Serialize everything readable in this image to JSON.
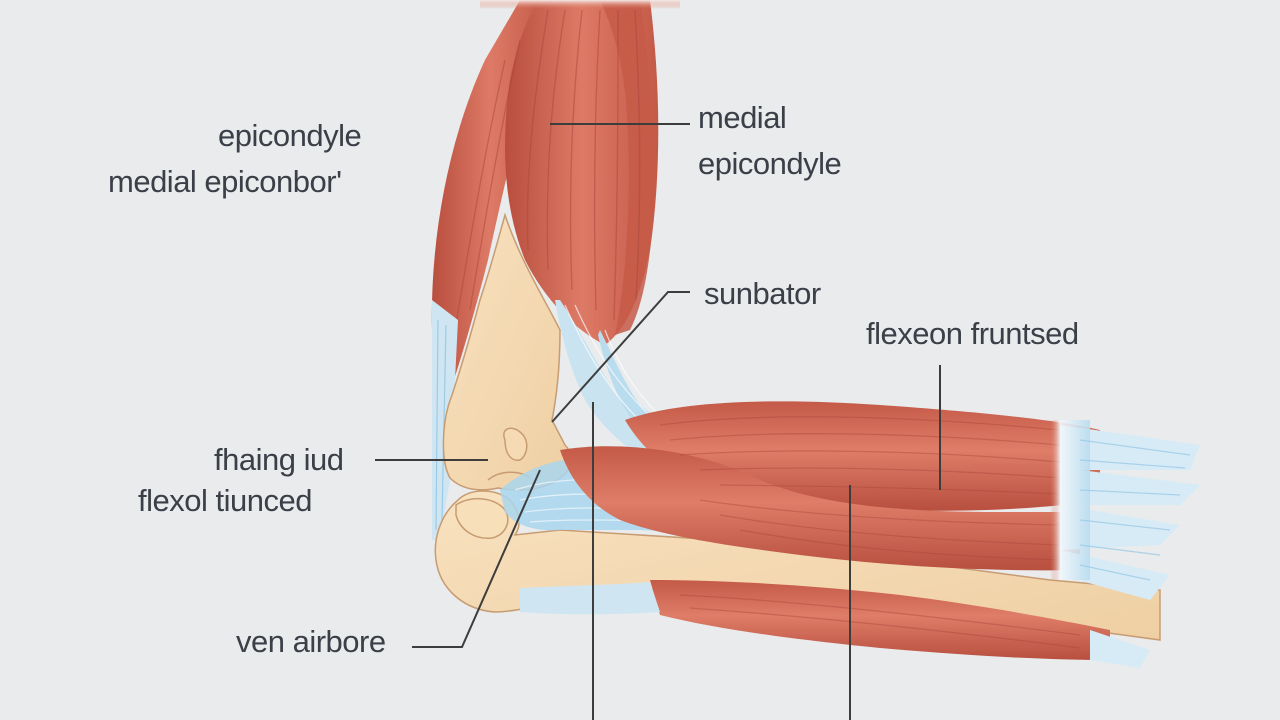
{
  "labels": {
    "epicondyle_left": "epicondyle",
    "medial_epiconbor": "medial epiconbor'",
    "medial_right_line1": "medial",
    "medial_right_line2": "epicondyle",
    "sunbator": "sunbator",
    "flexeon_fruntsed": "flexeon fruntsed",
    "fhaing_iud": "fhaing iud",
    "flexol_tiunced": "flexol tiunced",
    "ven_airbore": "ven airbore"
  },
  "colors": {
    "background": "#e9ebec",
    "muscle": "#d4705f",
    "muscle_dark": "#b8503f",
    "bone": "#f4d8b0",
    "bone_outline": "#c59a72",
    "tendon": "#a9d6ee",
    "text": "#3b3f48",
    "leader_line": "#3d3d3d"
  }
}
